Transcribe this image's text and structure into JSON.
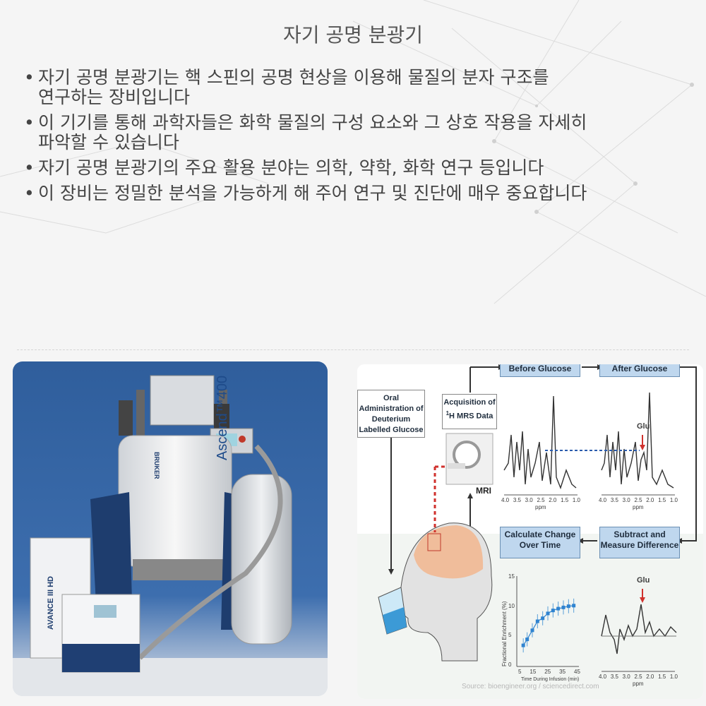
{
  "title": "자기 공명 분광기",
  "bullets": [
    {
      "line1": "자기 공명 분광기는 핵 스핀의 공명 현상을 이용해 물질의 분자 구조를",
      "line2": "연구하는 장비입니다"
    },
    {
      "line1": "이 기기를 통해 과학자들은 화학 물질의 구성 요소와 그 상호 작용을 자세히",
      "line2": "파악할 수 있습니다"
    },
    {
      "line1": "자기 공명 분광기의 주요 활용 분야는 의학, 약학, 화학 연구 등입니다",
      "line2": ""
    },
    {
      "line1": "이 장비는 정밀한 분석을 가능하게 해 주어 연구 및 진단에 매우 중요합니다",
      "line2": ""
    }
  ],
  "photo": {
    "brand": "BRUKER",
    "model_label": "Ascend™400",
    "console_label": "AVANCE III HD"
  },
  "diagram": {
    "oral_box": "Oral Administration of Deuterium Labelled Glucose",
    "acq_box_a": "Acquisition of",
    "acq_box_b": "H MRS Data",
    "acq_superscript": "1",
    "mri_label": "MRI",
    "before_box": "Before Glucose",
    "after_box": "After Glucose",
    "calc_box": "Calculate Change Over Time",
    "subtract_box": "Subtract and Measure Difference",
    "glu_label_top": "Glu",
    "glu_label_bottom": "Glu",
    "ppm_label": "ppm",
    "ppm_ticks": [
      "4.0",
      "3.5",
      "3.0",
      "2.5",
      "2.0",
      "1.5",
      "1.0"
    ],
    "graph": {
      "ylabel": "Fractional Enrichment (%)",
      "xlabel": "Time During Infusion (min)",
      "yticks": [
        "0",
        "5",
        "10",
        "15"
      ],
      "xticks": [
        "5",
        "15",
        "25",
        "35",
        "45"
      ]
    }
  },
  "source": "Source: bioengineer.org / sciencedirect.com",
  "chart_data": {
    "type": "scatter",
    "title": "",
    "xlabel": "Time During Infusion (min)",
    "ylabel": "Fractional Enrichment (%)",
    "xlim": [
      0,
      48
    ],
    "ylim": [
      0,
      15
    ],
    "x": [
      5,
      8,
      12,
      16,
      20,
      24,
      28,
      32,
      36,
      40,
      44
    ],
    "y": [
      3.5,
      4.5,
      6.0,
      7.5,
      8.0,
      8.8,
      9.3,
      9.6,
      9.8,
      10.0,
      10.1
    ]
  }
}
